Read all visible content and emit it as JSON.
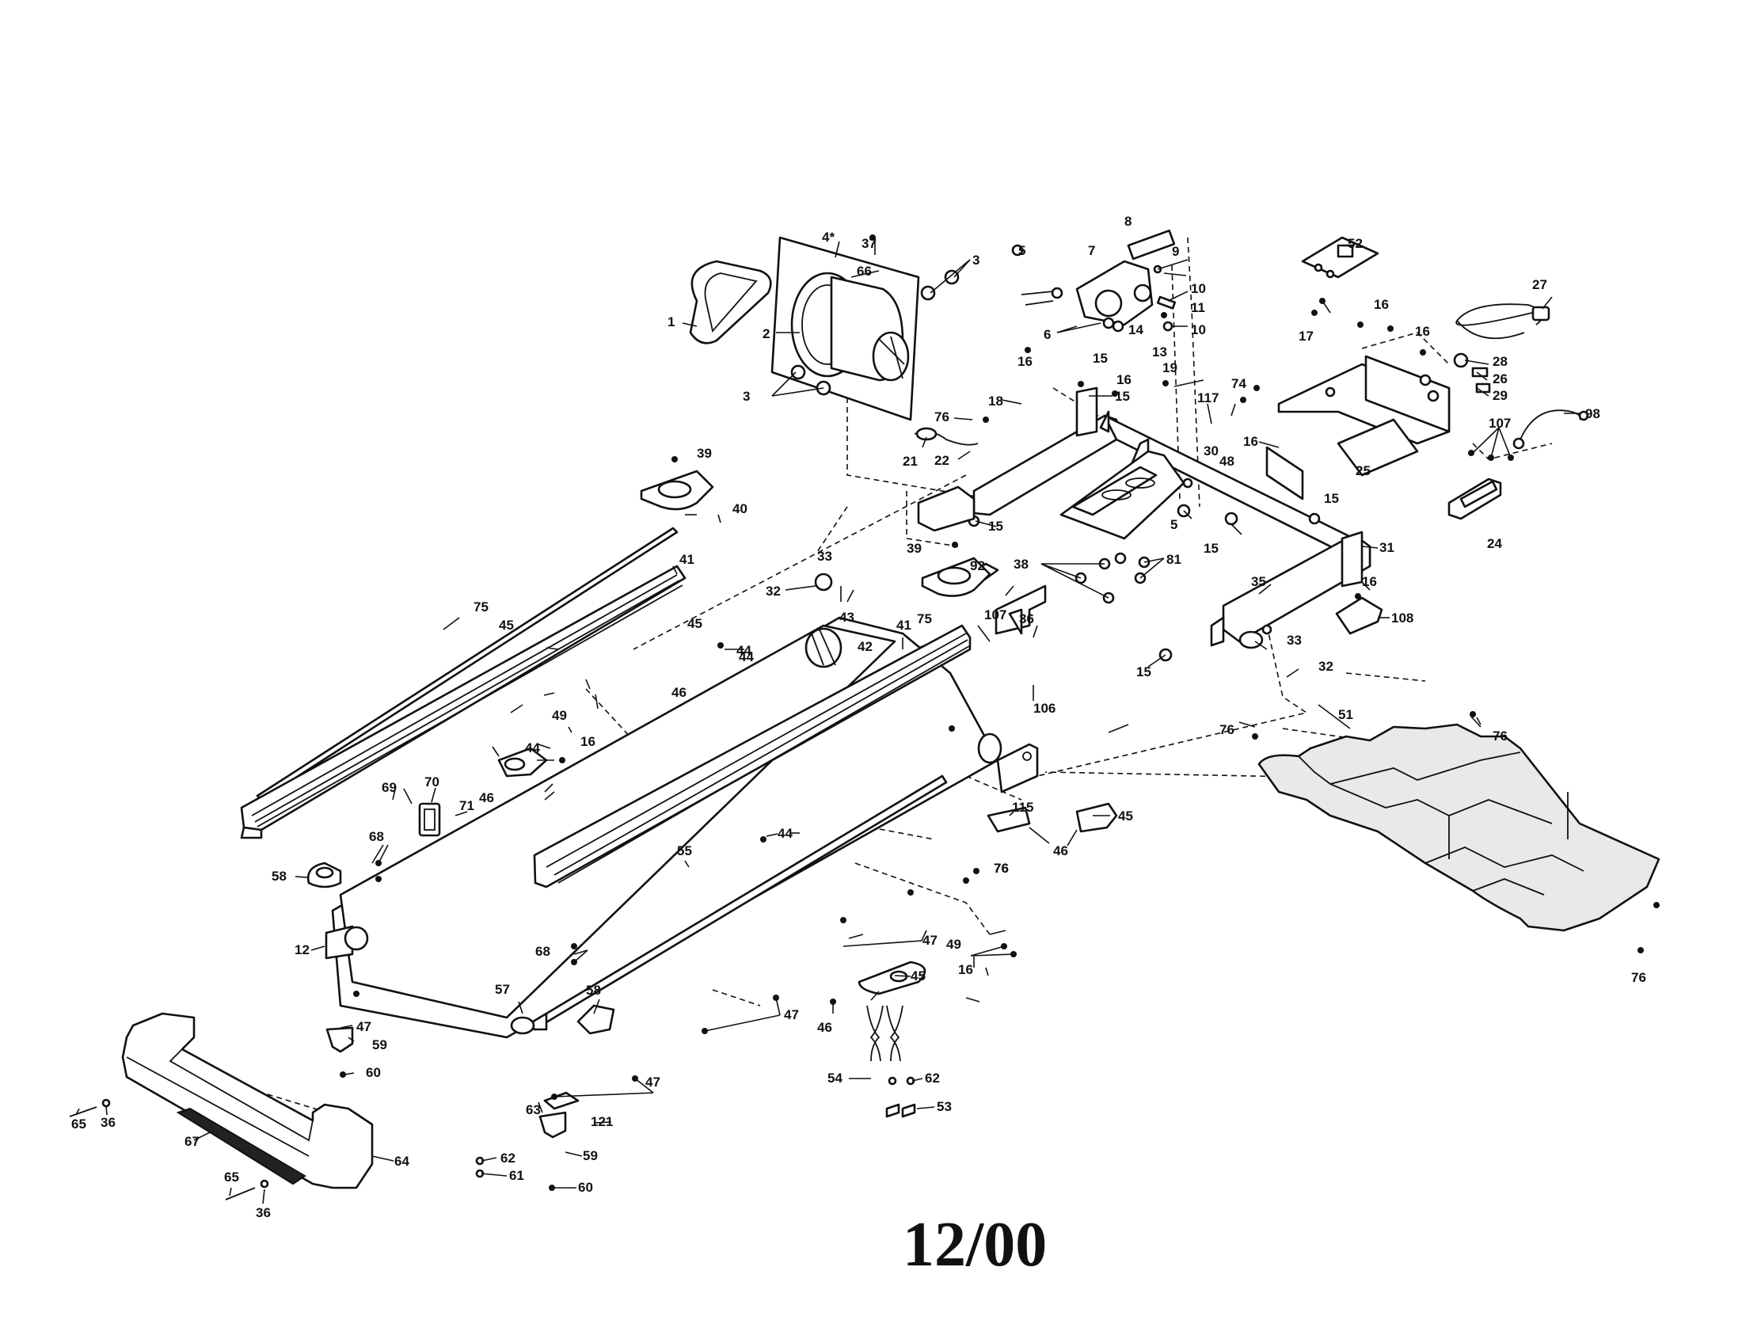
{
  "date_stamp": "12/00",
  "callouts": [
    {
      "id": "c1",
      "label": "1"
    },
    {
      "id": "c2",
      "label": "2"
    },
    {
      "id": "c3a",
      "label": "3"
    },
    {
      "id": "c3b",
      "label": "3"
    },
    {
      "id": "c4",
      "label": "4*"
    },
    {
      "id": "c37",
      "label": "37"
    },
    {
      "id": "c66",
      "label": "66"
    },
    {
      "id": "c5a",
      "label": "5"
    },
    {
      "id": "c7",
      "label": "7"
    },
    {
      "id": "c8",
      "label": "8"
    },
    {
      "id": "c9",
      "label": "9"
    },
    {
      "id": "c10a",
      "label": "10"
    },
    {
      "id": "c11",
      "label": "11"
    },
    {
      "id": "c10b",
      "label": "10"
    },
    {
      "id": "c6",
      "label": "6"
    },
    {
      "id": "c14",
      "label": "14"
    },
    {
      "id": "c13",
      "label": "13"
    },
    {
      "id": "c15a",
      "label": "15"
    },
    {
      "id": "c52",
      "label": "52"
    },
    {
      "id": "c17",
      "label": "17"
    },
    {
      "id": "c27",
      "label": "27"
    },
    {
      "id": "c16a",
      "label": "16"
    },
    {
      "id": "c16b",
      "label": "16"
    },
    {
      "id": "c28",
      "label": "28"
    },
    {
      "id": "c26",
      "label": "26"
    },
    {
      "id": "c29",
      "label": "29"
    },
    {
      "id": "c98",
      "label": "98"
    },
    {
      "id": "c107a",
      "label": "107"
    },
    {
      "id": "c25",
      "label": "25"
    },
    {
      "id": "c24",
      "label": "24"
    },
    {
      "id": "c16c",
      "label": "16"
    },
    {
      "id": "c18",
      "label": "18"
    },
    {
      "id": "c15b",
      "label": "15"
    },
    {
      "id": "c16d",
      "label": "16"
    },
    {
      "id": "c19",
      "label": "19"
    },
    {
      "id": "c117",
      "label": "117"
    },
    {
      "id": "c74",
      "label": "74"
    },
    {
      "id": "c30",
      "label": "30"
    },
    {
      "id": "c76a",
      "label": "76"
    },
    {
      "id": "c21",
      "label": "21"
    },
    {
      "id": "c22",
      "label": "22"
    },
    {
      "id": "c16e",
      "label": "16"
    },
    {
      "id": "c48",
      "label": "48"
    },
    {
      "id": "c15c",
      "label": "15"
    },
    {
      "id": "c5b",
      "label": "5"
    },
    {
      "id": "c15d",
      "label": "15"
    },
    {
      "id": "c15e",
      "label": "15"
    },
    {
      "id": "c31",
      "label": "31"
    },
    {
      "id": "c39a",
      "label": "39"
    },
    {
      "id": "c40",
      "label": "40"
    },
    {
      "id": "c39b",
      "label": "39"
    },
    {
      "id": "c92",
      "label": "92"
    },
    {
      "id": "c38",
      "label": "38"
    },
    {
      "id": "c81",
      "label": "81"
    },
    {
      "id": "c35",
      "label": "35"
    },
    {
      "id": "c16f",
      "label": "16"
    },
    {
      "id": "c108",
      "label": "108"
    },
    {
      "id": "c41a",
      "label": "41"
    },
    {
      "id": "c75a",
      "label": "75"
    },
    {
      "id": "c33a",
      "label": "33"
    },
    {
      "id": "c32a",
      "label": "32"
    },
    {
      "id": "c43",
      "label": "43"
    },
    {
      "id": "c107b",
      "label": "107"
    },
    {
      "id": "c36a",
      "label": "36"
    },
    {
      "id": "c42",
      "label": "42"
    },
    {
      "id": "c41b",
      "label": "41"
    },
    {
      "id": "c75b",
      "label": "75"
    },
    {
      "id": "c106",
      "label": "106"
    },
    {
      "id": "c33b",
      "label": "33"
    },
    {
      "id": "c15f",
      "label": "15"
    },
    {
      "id": "c32b",
      "label": "32"
    },
    {
      "id": "c45a",
      "label": "45"
    },
    {
      "id": "c44a",
      "label": "44"
    },
    {
      "id": "c46a",
      "label": "46"
    },
    {
      "id": "c49a",
      "label": "49"
    },
    {
      "id": "c16g",
      "label": "16"
    },
    {
      "id": "c51",
      "label": "51"
    },
    {
      "id": "c76b",
      "label": "76"
    },
    {
      "id": "c76c",
      "label": "76"
    },
    {
      "id": "c45b",
      "label": "45"
    },
    {
      "id": "c44b",
      "label": "44"
    },
    {
      "id": "c44c",
      "label": "44"
    },
    {
      "id": "c46b",
      "label": "46"
    },
    {
      "id": "c69",
      "label": "69"
    },
    {
      "id": "c70",
      "label": "70"
    },
    {
      "id": "c71",
      "label": "71"
    },
    {
      "id": "c68a",
      "label": "68"
    },
    {
      "id": "c115",
      "label": "115"
    },
    {
      "id": "c45c",
      "label": "45"
    },
    {
      "id": "c46c",
      "label": "46"
    },
    {
      "id": "c58a",
      "label": "58"
    },
    {
      "id": "c44d",
      "label": "44"
    },
    {
      "id": "c55",
      "label": "55"
    },
    {
      "id": "c76d",
      "label": "76"
    },
    {
      "id": "c12",
      "label": "12"
    },
    {
      "id": "c47a",
      "label": "47"
    },
    {
      "id": "c49b",
      "label": "49"
    },
    {
      "id": "c16h",
      "label": "16"
    },
    {
      "id": "c76e",
      "label": "76"
    },
    {
      "id": "c68b",
      "label": "68"
    },
    {
      "id": "c45d",
      "label": "45"
    },
    {
      "id": "c57",
      "label": "57"
    },
    {
      "id": "c58b",
      "label": "58"
    },
    {
      "id": "c47b",
      "label": "47"
    },
    {
      "id": "c46d",
      "label": "46"
    },
    {
      "id": "c76f",
      "label": "76"
    },
    {
      "id": "c47c",
      "label": "47"
    },
    {
      "id": "c59a",
      "label": "59"
    },
    {
      "id": "c60a",
      "label": "60"
    },
    {
      "id": "c54",
      "label": "54"
    },
    {
      "id": "c62a",
      "label": "62"
    },
    {
      "id": "c53",
      "label": "53"
    },
    {
      "id": "c47d",
      "label": "47"
    },
    {
      "id": "c65a",
      "label": "65"
    },
    {
      "id": "c36b",
      "label": "36"
    },
    {
      "id": "c67",
      "label": "67"
    },
    {
      "id": "c63",
      "label": "63"
    },
    {
      "id": "c121",
      "label": "121"
    },
    {
      "id": "c64",
      "label": "64"
    },
    {
      "id": "c62b",
      "label": "62"
    },
    {
      "id": "c59b",
      "label": "59"
    },
    {
      "id": "c61",
      "label": "61"
    },
    {
      "id": "c65b",
      "label": "65"
    },
    {
      "id": "c36c",
      "label": "36"
    },
    {
      "id": "c60b",
      "label": "60"
    }
  ]
}
